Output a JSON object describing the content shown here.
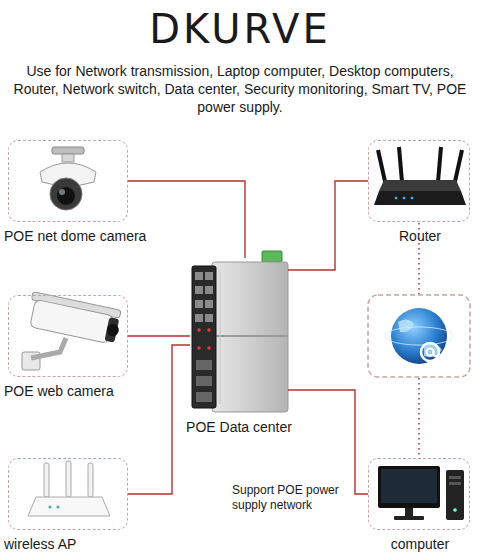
{
  "diagram": {
    "title": "DKURVE",
    "nodes": [
      {
        "text": [
          "POE net dome camera"
        ]
      },
      {
        "text": [
          "Router"
        ]
      },
      {
        "text": [
          "POE Data center"
        ]
      },
      {
        "text": [
          "POE web camera"
        ]
      },
      {
        "text": [
          "wireless AP"
        ]
      },
      {
        "text": [
          "computer"
        ]
      }
    ],
    "edges": [
      {
        "from": 2,
        "to": 0,
        "arrow": "none"
      },
      {
        "from": 2,
        "to": 1,
        "arrow": "none"
      },
      {
        "from": 2,
        "to": 3,
        "arrow": "none"
      },
      {
        "from": 2,
        "to": 4,
        "arrow": "none"
      },
      {
        "from": 2,
        "to": 5,
        "arrow": "none"
      }
    ],
    "labels": [
      "Use for Network transmission, Laptop computer, Desktop computers, Router, Network switch, Data center, Security monitoring, Smart TV, POE power supply.",
      "Support POE power supply network"
    ]
  }
}
